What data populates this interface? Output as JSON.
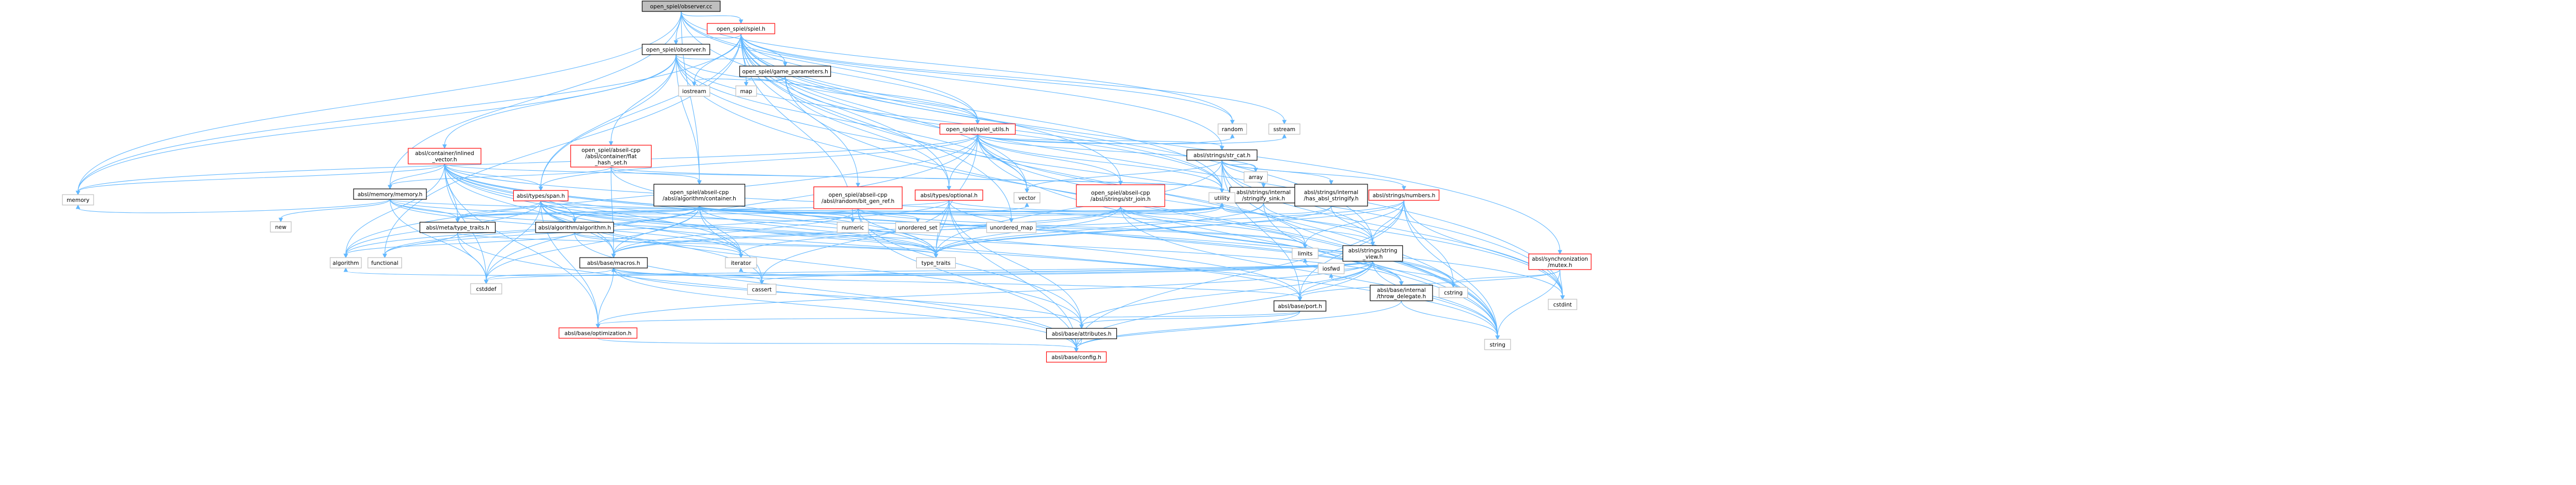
{
  "colors": {
    "edge": "#63b8ff",
    "box_fill": "#ffffff",
    "box_stroke_link": "#000000",
    "box_stroke_red": "#ff0000",
    "box_stroke_external": "#bfbfbf",
    "root_fill": "#bfbfbf",
    "text": "#000000"
  },
  "nodes": [
    {
      "id": "root",
      "lines": [
        "open_spiel/observer.cc"
      ],
      "style": "root"
    },
    {
      "id": "spiel_h",
      "lines": [
        "open_spiel/spiel.h"
      ],
      "style": "red"
    },
    {
      "id": "observer_h",
      "lines": [
        "open_spiel/observer.h"
      ],
      "style": "link"
    },
    {
      "id": "game_params",
      "lines": [
        "open_spiel/game_parameters.h"
      ],
      "style": "link"
    },
    {
      "id": "spiel_utils",
      "lines": [
        "open_spiel/spiel_utils.h"
      ],
      "style": "red"
    },
    {
      "id": "flat_hash_set",
      "lines": [
        "open_spiel/abseil-cpp",
        "/absl/container/flat",
        "_hash_set.h"
      ],
      "style": "red"
    },
    {
      "id": "inlined_vector",
      "lines": [
        "absl/container/inlined",
        "_vector.h"
      ],
      "style": "red"
    },
    {
      "id": "str_cat",
      "lines": [
        "absl/strings/str_cat.h"
      ],
      "style": "link"
    },
    {
      "id": "absl_memory",
      "lines": [
        "absl/memory/memory.h"
      ],
      "style": "link"
    },
    {
      "id": "bit_gen_ref",
      "lines": [
        "open_spiel/abseil-cpp",
        "/absl/random/bit_gen_ref.h"
      ],
      "style": "red"
    },
    {
      "id": "algo_container",
      "lines": [
        "open_spiel/abseil-cpp",
        "/absl/algorithm/container.h"
      ],
      "style": "link"
    },
    {
      "id": "types_span",
      "lines": [
        "absl/types/span.h"
      ],
      "style": "red"
    },
    {
      "id": "types_optional",
      "lines": [
        "absl/types/optional.h"
      ],
      "style": "red"
    },
    {
      "id": "str_join",
      "lines": [
        "open_spiel/abseil-cpp",
        "/absl/strings/str_join.h"
      ],
      "style": "red"
    },
    {
      "id": "stringify_sink",
      "lines": [
        "absl/strings/internal",
        "/stringify_sink.h"
      ],
      "style": "link"
    },
    {
      "id": "has_stringify",
      "lines": [
        "absl/strings/internal",
        "/has_absl_stringify.h"
      ],
      "style": "link"
    },
    {
      "id": "numbers",
      "lines": [
        "absl/strings/numbers.h"
      ],
      "style": "red"
    },
    {
      "id": "mutex",
      "lines": [
        "absl/synchronization",
        "/mutex.h"
      ],
      "style": "red"
    },
    {
      "id": "type_traits_h",
      "lines": [
        "absl/meta/type_traits.h"
      ],
      "style": "link"
    },
    {
      "id": "algorithm_h",
      "lines": [
        "absl/algorithm/algorithm.h"
      ],
      "style": "link"
    },
    {
      "id": "string_view",
      "lines": [
        "absl/strings/string",
        "_view.h"
      ],
      "style": "link"
    },
    {
      "id": "macros",
      "lines": [
        "absl/base/macros.h"
      ],
      "style": "link"
    },
    {
      "id": "throw_delegate",
      "lines": [
        "absl/base/internal",
        "/throw_delegate.h"
      ],
      "style": "link"
    },
    {
      "id": "port",
      "lines": [
        "absl/base/port.h"
      ],
      "style": "link"
    },
    {
      "id": "optimization",
      "lines": [
        "absl/base/optimization.h"
      ],
      "style": "red"
    },
    {
      "id": "attributes",
      "lines": [
        "absl/base/attributes.h"
      ],
      "style": "link"
    },
    {
      "id": "config",
      "lines": [
        "absl/base/config.h"
      ],
      "style": "red"
    },
    {
      "id": "memory",
      "lines": [
        "memory"
      ],
      "style": "ext"
    },
    {
      "id": "random",
      "lines": [
        "random"
      ],
      "style": "ext"
    },
    {
      "id": "sstream",
      "lines": [
        "sstream"
      ],
      "style": "ext"
    },
    {
      "id": "cstdint",
      "lines": [
        "cstdint"
      ],
      "style": "ext"
    },
    {
      "id": "string",
      "lines": [
        "string"
      ],
      "style": "ext"
    },
    {
      "id": "array",
      "lines": [
        "array"
      ],
      "style": "ext"
    },
    {
      "id": "cstring",
      "lines": [
        "cstring"
      ],
      "style": "ext"
    },
    {
      "id": "iosfwd",
      "lines": [
        "iosfwd"
      ],
      "style": "ext"
    },
    {
      "id": "limits",
      "lines": [
        "limits"
      ],
      "style": "ext"
    },
    {
      "id": "utility",
      "lines": [
        "utility"
      ],
      "style": "ext"
    },
    {
      "id": "vector",
      "lines": [
        "vector"
      ],
      "style": "ext"
    },
    {
      "id": "type_traits",
      "lines": [
        "type_traits"
      ],
      "style": "ext"
    },
    {
      "id": "iterator",
      "lines": [
        "iterator"
      ],
      "style": "ext"
    },
    {
      "id": "numeric",
      "lines": [
        "numeric"
      ],
      "style": "ext"
    },
    {
      "id": "unordered_set",
      "lines": [
        "unordered_set"
      ],
      "style": "ext"
    },
    {
      "id": "unordered_map",
      "lines": [
        "unordered_map"
      ],
      "style": "ext"
    },
    {
      "id": "map",
      "lines": [
        "map"
      ],
      "style": "ext"
    },
    {
      "id": "iostream",
      "lines": [
        "iostream"
      ],
      "style": "ext"
    },
    {
      "id": "new",
      "lines": [
        "new"
      ],
      "style": "ext"
    },
    {
      "id": "functional",
      "lines": [
        "functional"
      ],
      "style": "ext"
    },
    {
      "id": "algorithm",
      "lines": [
        "algorithm"
      ],
      "style": "ext"
    },
    {
      "id": "cstddef",
      "lines": [
        "cstddef"
      ],
      "style": "ext"
    },
    {
      "id": "cassert",
      "lines": [
        "cassert"
      ],
      "style": "ext"
    }
  ],
  "edges": [
    [
      "root",
      "spiel_h"
    ],
    [
      "root",
      "observer_h"
    ],
    [
      "root",
      "spiel_utils"
    ],
    [
      "root",
      "memory"
    ],
    [
      "root",
      "algo_container"
    ],
    [
      "root",
      "absl_memory"
    ],
    [
      "root",
      "str_cat"
    ],
    [
      "root",
      "string_view"
    ],
    [
      "root",
      "random"
    ],
    [
      "spiel_h",
      "observer_h"
    ],
    [
      "spiel_h",
      "game_params"
    ],
    [
      "spiel_h",
      "spiel_utils"
    ],
    [
      "spiel_h",
      "types_optional"
    ],
    [
      "spiel_h",
      "types_span"
    ],
    [
      "spiel_h",
      "bit_gen_ref"
    ],
    [
      "spiel_h",
      "str_join"
    ],
    [
      "spiel_h",
      "mutex"
    ],
    [
      "spiel_h",
      "memory"
    ],
    [
      "spiel_h",
      "map"
    ],
    [
      "spiel_h",
      "iostream"
    ],
    [
      "spiel_h",
      "random"
    ],
    [
      "spiel_h",
      "sstream"
    ],
    [
      "spiel_h",
      "string"
    ],
    [
      "spiel_h",
      "utility"
    ],
    [
      "spiel_h",
      "vector"
    ],
    [
      "spiel_h",
      "unordered_map"
    ],
    [
      "spiel_h",
      "numeric"
    ],
    [
      "spiel_h",
      "cstdint"
    ],
    [
      "spiel_h",
      "functional"
    ],
    [
      "observer_h",
      "game_params"
    ],
    [
      "observer_h",
      "spiel_utils"
    ],
    [
      "observer_h",
      "flat_hash_set"
    ],
    [
      "observer_h",
      "inlined_vector"
    ],
    [
      "observer_h",
      "types_span"
    ],
    [
      "observer_h",
      "algo_container"
    ],
    [
      "observer_h",
      "memory"
    ],
    [
      "observer_h",
      "string"
    ],
    [
      "observer_h",
      "utility"
    ],
    [
      "observer_h",
      "vector"
    ],
    [
      "observer_h",
      "cstdint"
    ],
    [
      "game_params",
      "spiel_utils"
    ],
    [
      "game_params",
      "map"
    ],
    [
      "game_params",
      "iostream"
    ],
    [
      "game_params",
      "string"
    ],
    [
      "game_params",
      "types_optional"
    ],
    [
      "game_params",
      "utility"
    ],
    [
      "spiel_utils",
      "str_cat"
    ],
    [
      "spiel_utils",
      "types_optional"
    ],
    [
      "spiel_utils",
      "types_span"
    ],
    [
      "spiel_utils",
      "str_join"
    ],
    [
      "spiel_utils",
      "memory"
    ],
    [
      "spiel_utils",
      "random"
    ],
    [
      "spiel_utils",
      "sstream"
    ],
    [
      "spiel_utils",
      "string"
    ],
    [
      "spiel_utils",
      "utility"
    ],
    [
      "spiel_utils",
      "vector"
    ],
    [
      "spiel_utils",
      "array"
    ],
    [
      "spiel_utils",
      "cstdint"
    ],
    [
      "spiel_utils",
      "type_traits"
    ],
    [
      "spiel_utils",
      "cstddef"
    ],
    [
      "spiel_utils",
      "algorithm"
    ],
    [
      "spiel_utils",
      "limits"
    ],
    [
      "flat_hash_set",
      "algo_container"
    ],
    [
      "flat_hash_set",
      "absl_memory"
    ],
    [
      "flat_hash_set",
      "macros"
    ],
    [
      "flat_hash_set",
      "utility"
    ],
    [
      "flat_hash_set",
      "type_traits"
    ],
    [
      "inlined_vector",
      "absl_memory"
    ],
    [
      "inlined_vector",
      "algorithm_h"
    ],
    [
      "inlined_vector",
      "type_traits_h"
    ],
    [
      "inlined_vector",
      "types_span"
    ],
    [
      "inlined_vector",
      "macros"
    ],
    [
      "inlined_vector",
      "memory"
    ],
    [
      "inlined_vector",
      "string"
    ],
    [
      "inlined_vector",
      "utility"
    ],
    [
      "inlined_vector",
      "algorithm"
    ],
    [
      "inlined_vector",
      "cstddef"
    ],
    [
      "inlined_vector",
      "cstring"
    ],
    [
      "inlined_vector",
      "iterator"
    ],
    [
      "inlined_vector",
      "limits"
    ],
    [
      "inlined_vector",
      "type_traits"
    ],
    [
      "inlined_vector",
      "optimization"
    ],
    [
      "inlined_vector",
      "port"
    ],
    [
      "inlined_vector",
      "throw_delegate"
    ],
    [
      "str_cat",
      "stringify_sink"
    ],
    [
      "str_cat",
      "has_stringify"
    ],
    [
      "str_cat",
      "numbers"
    ],
    [
      "str_cat",
      "string_view"
    ],
    [
      "str_cat",
      "port"
    ],
    [
      "str_cat",
      "array"
    ],
    [
      "str_cat",
      "cstdint"
    ],
    [
      "str_cat",
      "string"
    ],
    [
      "str_cat",
      "type_traits"
    ],
    [
      "str_cat",
      "utility"
    ],
    [
      "str_cat",
      "vector"
    ],
    [
      "absl_memory",
      "type_traits_h"
    ],
    [
      "absl_memory",
      "memory"
    ],
    [
      "absl_memory",
      "new"
    ],
    [
      "absl_memory",
      "utility"
    ],
    [
      "absl_memory",
      "iterator"
    ],
    [
      "absl_memory",
      "limits"
    ],
    [
      "absl_memory",
      "cstddef"
    ],
    [
      "absl_memory",
      "type_traits"
    ],
    [
      "bit_gen_ref",
      "macros"
    ],
    [
      "bit_gen_ref",
      "type_traits_h"
    ],
    [
      "bit_gen_ref",
      "utility"
    ],
    [
      "bit_gen_ref",
      "type_traits"
    ],
    [
      "bit_gen_ref",
      "limits"
    ],
    [
      "bit_gen_ref",
      "attributes"
    ],
    [
      "bit_gen_ref",
      "config"
    ],
    [
      "algo_container",
      "algorithm_h"
    ],
    [
      "algo_container",
      "type_traits_h"
    ],
    [
      "algo_container",
      "macros"
    ],
    [
      "algo_container",
      "algorithm"
    ],
    [
      "algo_container",
      "cassert"
    ],
    [
      "algo_container",
      "functional"
    ],
    [
      "algo_container",
      "iterator"
    ],
    [
      "algo_container",
      "numeric"
    ],
    [
      "algo_container",
      "type_traits"
    ],
    [
      "algo_container",
      "unordered_map"
    ],
    [
      "algo_container",
      "unordered_set"
    ],
    [
      "algo_container",
      "utility"
    ],
    [
      "algo_container",
      "vector"
    ],
    [
      "algo_container",
      "cstddef"
    ],
    [
      "types_span",
      "algorithm"
    ],
    [
      "types_span",
      "cassert"
    ],
    [
      "types_span",
      "cstddef"
    ],
    [
      "types_span",
      "initializer"
    ],
    [
      "types_span",
      "iterator"
    ],
    [
      "types_span",
      "type_traits"
    ],
    [
      "types_span",
      "utility"
    ],
    [
      "types_span",
      "macros"
    ],
    [
      "types_span",
      "optimization"
    ],
    [
      "types_span",
      "type_traits_h"
    ],
    [
      "types_span",
      "throw_delegate"
    ],
    [
      "types_span",
      "attributes"
    ],
    [
      "types_span",
      "port"
    ],
    [
      "types_optional",
      "utility"
    ],
    [
      "types_optional",
      "type_traits"
    ],
    [
      "types_optional",
      "functional"
    ],
    [
      "types_optional",
      "cassert"
    ],
    [
      "types_optional",
      "attributes"
    ],
    [
      "types_optional",
      "type_traits_h"
    ],
    [
      "types_optional",
      "config"
    ],
    [
      "types_optional",
      "throw_delegate"
    ],
    [
      "str_join",
      "macros"
    ],
    [
      "str_join",
      "string_view"
    ],
    [
      "str_join",
      "cstdint"
    ],
    [
      "str_join",
      "cstring"
    ],
    [
      "str_join",
      "initializer"
    ],
    [
      "str_join",
      "iterator"
    ],
    [
      "str_join",
      "string"
    ],
    [
      "str_join",
      "tuple"
    ],
    [
      "str_join",
      "type_traits"
    ],
    [
      "str_join",
      "utility"
    ],
    [
      "stringify_sink",
      "string"
    ],
    [
      "stringify_sink",
      "string_view"
    ],
    [
      "stringify_sink",
      "type_traits"
    ],
    [
      "stringify_sink",
      "utility"
    ],
    [
      "has_stringify",
      "string_view"
    ],
    [
      "has_stringify",
      "type_traits"
    ],
    [
      "has_stringify",
      "utility"
    ],
    [
      "numbers",
      "string_view"
    ],
    [
      "numbers",
      "cstring"
    ],
    [
      "numbers",
      "limits"
    ],
    [
      "numbers",
      "string"
    ],
    [
      "numbers",
      "type_traits"
    ],
    [
      "numbers",
      "config"
    ],
    [
      "numbers",
      "port"
    ],
    [
      "numbers",
      "macros"
    ],
    [
      "numbers",
      "cstdint"
    ],
    [
      "mutex",
      "string"
    ],
    [
      "mutex",
      "cstdint"
    ],
    [
      "mutex",
      "cstring"
    ],
    [
      "mutex",
      "port"
    ],
    [
      "type_traits_h",
      "cstddef"
    ],
    [
      "type_traits_h",
      "functional"
    ],
    [
      "type_traits_h",
      "type_traits"
    ],
    [
      "type_traits_h",
      "config"
    ],
    [
      "algorithm_h",
      "algorithm"
    ],
    [
      "algorithm_h",
      "iterator"
    ],
    [
      "algorithm_h",
      "type_traits"
    ],
    [
      "algorithm_h",
      "config"
    ],
    [
      "string_view",
      "algorithm"
    ],
    [
      "string_view",
      "cassert"
    ],
    [
      "string_view",
      "cstddef"
    ],
    [
      "string_view",
      "cstring"
    ],
    [
      "string_view",
      "iosfwd"
    ],
    [
      "string_view",
      "iterator"
    ],
    [
      "string_view",
      "limits"
    ],
    [
      "string_view",
      "string"
    ],
    [
      "string_view",
      "throw_delegate"
    ],
    [
      "string_view",
      "port"
    ],
    [
      "string_view",
      "macros"
    ],
    [
      "string_view",
      "attributes"
    ],
    [
      "string_view",
      "optimization"
    ],
    [
      "string_view",
      "config"
    ],
    [
      "macros",
      "cassert"
    ],
    [
      "macros",
      "cstddef"
    ],
    [
      "macros",
      "attributes"
    ],
    [
      "macros",
      "config"
    ],
    [
      "macros",
      "optimization"
    ],
    [
      "macros",
      "port"
    ],
    [
      "throw_delegate",
      "string"
    ],
    [
      "throw_delegate",
      "config"
    ],
    [
      "port",
      "attributes"
    ],
    [
      "port",
      "config"
    ],
    [
      "port",
      "optimization"
    ],
    [
      "optimization",
      "config"
    ],
    [
      "attributes",
      "config"
    ]
  ]
}
